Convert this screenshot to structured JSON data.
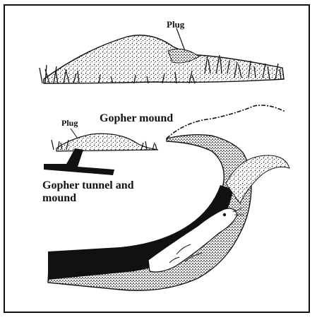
{
  "labels": {
    "plug_top": "Plug",
    "plug_small": "Plug",
    "gopher_mound": "Gopher mound",
    "gopher_tunnel_and_mound": "Gopher tunnel and mound"
  },
  "colors": {
    "ink": "#111111",
    "paper": "#ffffff"
  }
}
